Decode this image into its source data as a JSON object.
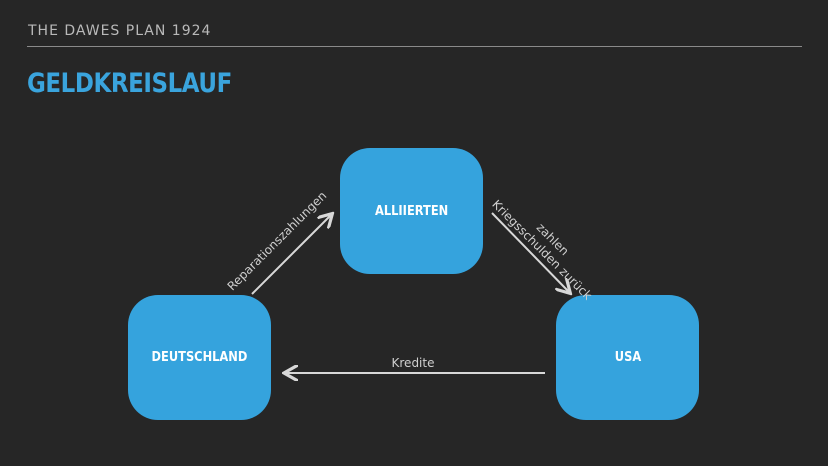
{
  "header": {
    "title": "THE DAWES PLAN 1924"
  },
  "page_title": "GELDKREISLAUF",
  "colors": {
    "background": "#262626",
    "accent": "#3aa4dd",
    "node": "#35a3dd",
    "arrow": "#d8d8d8"
  },
  "nodes": {
    "alliierten": "ALLIIERTEN",
    "deutschland": "DEUTSCHLAND",
    "usa": "USA"
  },
  "edges": {
    "reparation": "Reparationszahlungen",
    "kriegsschulden_line1": "zahlen",
    "kriegsschulden_line2": "Kriegsschulden zurück",
    "kredite": "Kredite"
  }
}
